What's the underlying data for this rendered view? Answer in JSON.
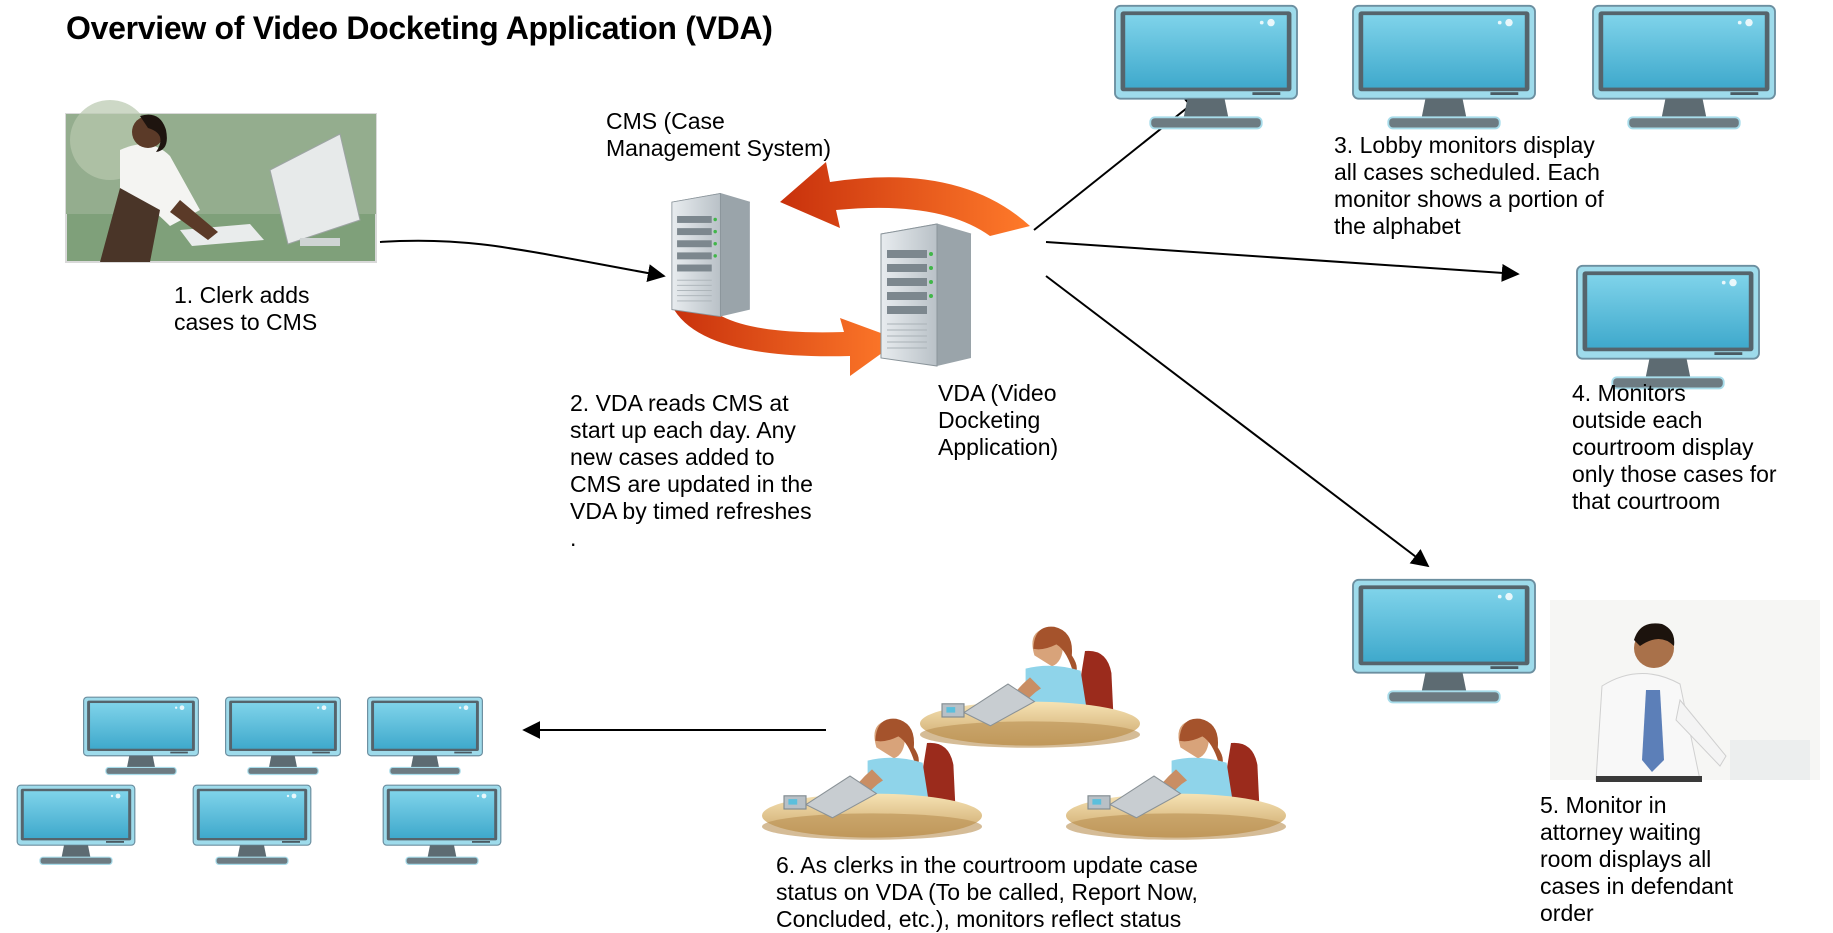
{
  "title": "Overview of Video Docketing Application (VDA)",
  "labels": {
    "cms": "CMS (Case\nManagement System)",
    "vda": "VDA (Video\nDocketing\nApplication)"
  },
  "steps": {
    "s1": "1.  Clerk adds\ncases to CMS",
    "s2": "2.  VDA reads CMS at\nstart up each day.  Any\nnew cases added to\nCMS are updated in the\nVDA by timed refreshes\n.",
    "s3": "3.        Lobby monitors display\nall cases scheduled.  Each\nmonitor shows a portion of\nthe alphabet",
    "s4": "4.        Monitors\noutside each\ncourtroom display\nonly those cases for\nthat courtroom",
    "s5": "5.        Monitor in\nattorney waiting\nroom displays all\ncases in defendant\norder",
    "s6": "6.        As clerks in the courtroom update case\nstatus on VDA (To be called, Report Now,\nConcluded, etc.), monitors reflect status"
  },
  "colors": {
    "screen": "#5bbfdc",
    "bezel": "#8fd3e6",
    "sync_arrow": "#f26522"
  }
}
